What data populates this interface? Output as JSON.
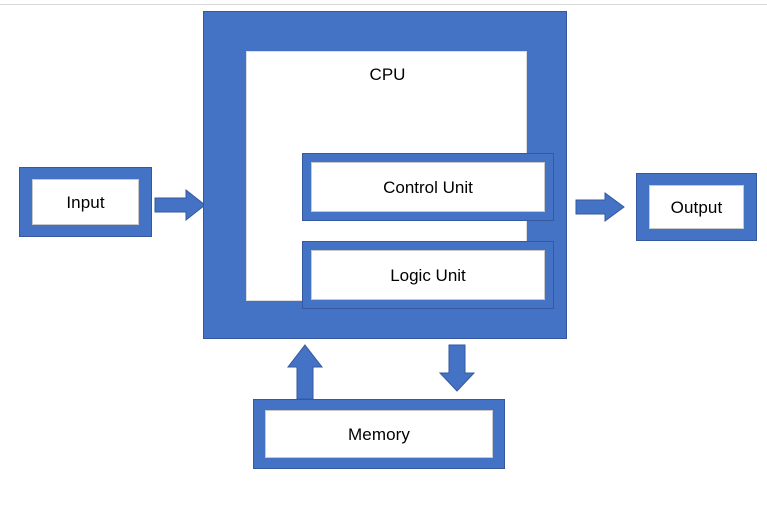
{
  "diagram": {
    "title": "Computer architecture block diagram",
    "colors": {
      "block_fill": "#4472C4",
      "block_stroke": "#36589E",
      "interior": "#FFFFFF",
      "text": "#000000",
      "top_rule": "#D8D8D8"
    },
    "nodes": {
      "input": {
        "label": "Input"
      },
      "output": {
        "label": "Output"
      },
      "memory": {
        "label": "Memory"
      },
      "cpu": {
        "label": "CPU"
      },
      "control_unit": {
        "label": "Control Unit"
      },
      "logic_unit": {
        "label": "Logic Unit"
      }
    },
    "arrows": [
      {
        "name": "input-to-cpu",
        "from": "Input",
        "to": "CPU",
        "direction": "right"
      },
      {
        "name": "cpu-to-output",
        "from": "CPU",
        "to": "Output",
        "direction": "right"
      },
      {
        "name": "memory-to-cpu",
        "from": "Memory",
        "to": "CPU",
        "direction": "up"
      },
      {
        "name": "cpu-to-memory",
        "from": "CPU",
        "to": "Memory",
        "direction": "down"
      }
    ]
  }
}
